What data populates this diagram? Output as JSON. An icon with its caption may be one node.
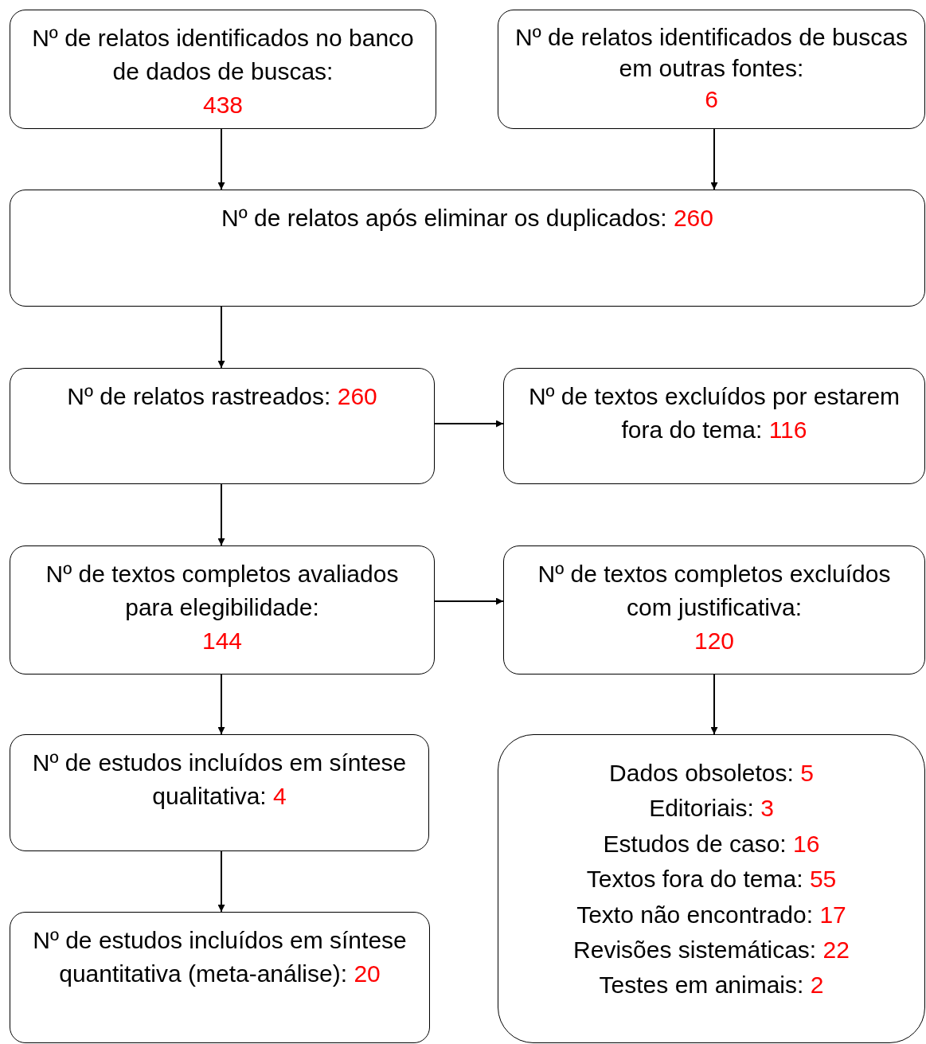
{
  "diagram": {
    "nodes": [
      {
        "text": [
          "Nº de relatos identificados no banco de dados de buscas:",
          "438"
        ]
      },
      {
        "text": [
          "Nº de relatos identificados de buscas em outras fontes:",
          "6"
        ]
      },
      {
        "text": [
          "Nº de relatos após eliminar os duplicados:",
          "260"
        ]
      },
      {
        "text": [
          "Nº de relatos rastreados:",
          "260"
        ]
      },
      {
        "text": [
          "Nº de textos excluídos por estarem fora do tema:",
          "116"
        ]
      },
      {
        "text": [
          "Nº de textos completos avaliados para elegibilidade:",
          "144"
        ]
      },
      {
        "text": [
          "Nº de textos completos excluídos com justificativa:",
          "120"
        ]
      },
      {
        "text": [
          "Nº de estudos incluídos em síntese qualitativa:",
          "4"
        ]
      },
      {
        "text": [
          "Dados obsoletos:",
          "5",
          "Editoriais:",
          "3",
          "Estudos de caso:",
          "16",
          "Textos fora do tema:",
          "55",
          "Texto não encontrado:",
          "17",
          "Revisões sistemáticas:",
          "22",
          "Testes em animais:",
          "2"
        ]
      },
      {
        "text": [
          "Nº de estudos incluídos em síntese quantitativa (meta-análise):",
          "20"
        ]
      }
    ],
    "edges": [
      {
        "from": 0,
        "to": 2,
        "arrow": "to"
      },
      {
        "from": 1,
        "to": 2,
        "arrow": "to"
      },
      {
        "from": 2,
        "to": 3,
        "arrow": "to"
      },
      {
        "from": 3,
        "to": 4,
        "arrow": "to"
      },
      {
        "from": 3,
        "to": 5,
        "arrow": "to"
      },
      {
        "from": 5,
        "to": 6,
        "arrow": "to"
      },
      {
        "from": 5,
        "to": 7,
        "arrow": "to"
      },
      {
        "from": 6,
        "to": 8,
        "arrow": "to"
      },
      {
        "from": 7,
        "to": 9,
        "arrow": "to"
      }
    ]
  }
}
